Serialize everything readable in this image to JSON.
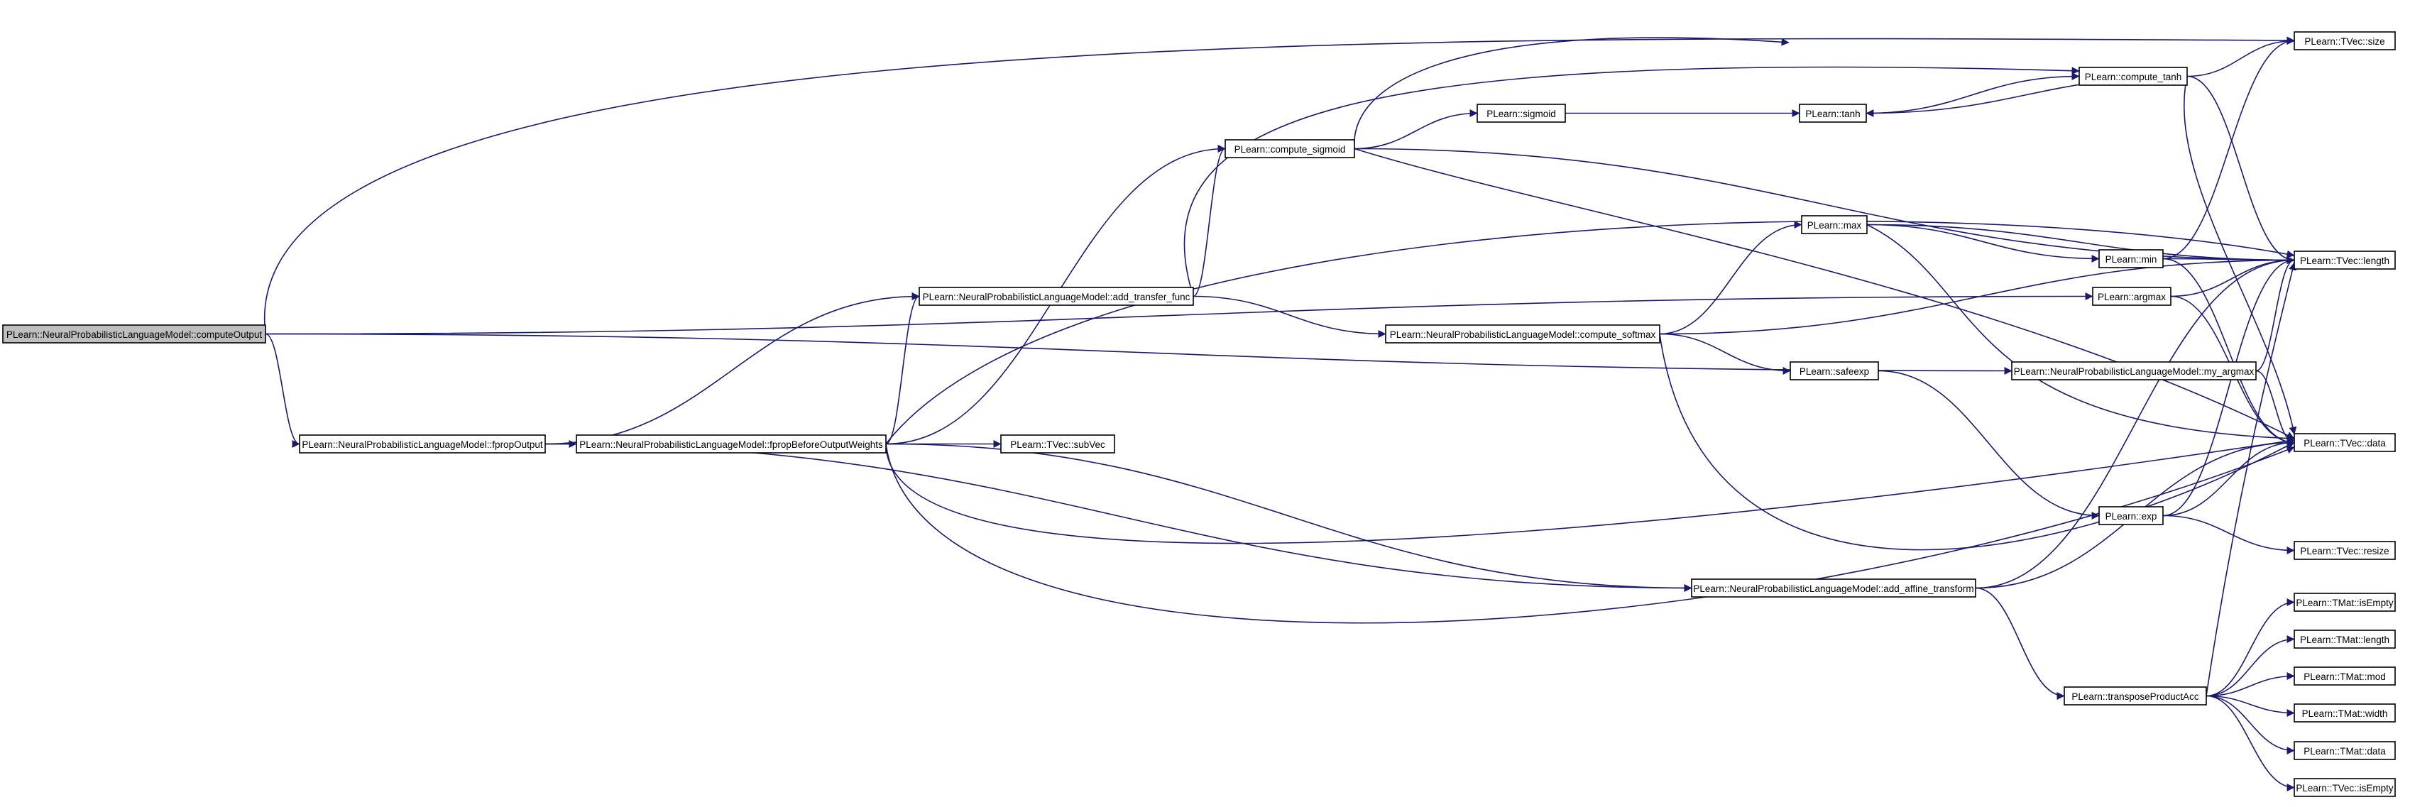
{
  "colors": {
    "edge": "#191970",
    "root_fill": "#bfbfbf",
    "node_fill": "#ffffff",
    "node_border": "#000000"
  },
  "nodes": [
    {
      "id": "computeOutput",
      "label": "PLearn::NeuralProbabilisticLanguageModel::computeOutput",
      "root": true
    },
    {
      "id": "fpropOutput",
      "label": "PLearn::NeuralProbabilisticLanguageModel::fpropOutput"
    },
    {
      "id": "fpropBefore",
      "label": "PLearn::NeuralProbabilisticLanguageModel::fpropBeforeOutputWeights"
    },
    {
      "id": "subVec",
      "label": "PLearn::TVec::subVec"
    },
    {
      "id": "addTransfer",
      "label": "PLearn::NeuralProbabilisticLanguageModel::add_transfer_func"
    },
    {
      "id": "computeSigmoid",
      "label": "PLearn::compute_sigmoid"
    },
    {
      "id": "sigmoid",
      "label": "PLearn::sigmoid"
    },
    {
      "id": "tanh",
      "label": "PLearn::tanh"
    },
    {
      "id": "computeTanh",
      "label": "PLearn::compute_tanh"
    },
    {
      "id": "computeSoftmax",
      "label": "PLearn::NeuralProbabilisticLanguageModel::compute_softmax"
    },
    {
      "id": "max",
      "label": "PLearn::max"
    },
    {
      "id": "min",
      "label": "PLearn::min"
    },
    {
      "id": "argmax",
      "label": "PLearn::argmax"
    },
    {
      "id": "myArgmax",
      "label": "PLearn::NeuralProbabilisticLanguageModel::my_argmax"
    },
    {
      "id": "safeexp",
      "label": "PLearn::safeexp"
    },
    {
      "id": "exp",
      "label": "PLearn::exp"
    },
    {
      "id": "addAffine",
      "label": "PLearn::NeuralProbabilisticLanguageModel::add_affine_transform"
    },
    {
      "id": "transposeProductAcc",
      "label": "PLearn::transposeProductAcc"
    },
    {
      "id": "tvecSize",
      "label": "PLearn::TVec::size"
    },
    {
      "id": "tvecLength",
      "label": "PLearn::TVec::length"
    },
    {
      "id": "tvecData",
      "label": "PLearn::TVec::data"
    },
    {
      "id": "tvecResize",
      "label": "PLearn::TVec::resize"
    },
    {
      "id": "tmatIsEmpty",
      "label": "PLearn::TMat::isEmpty"
    },
    {
      "id": "tmatLength",
      "label": "PLearn::TMat::length"
    },
    {
      "id": "tmatMod",
      "label": "PLearn::TMat::mod"
    },
    {
      "id": "tmatWidth",
      "label": "PLearn::TMat::width"
    },
    {
      "id": "tmatData",
      "label": "PLearn::TMat::data"
    },
    {
      "id": "tvecIsEmpty",
      "label": "PLearn::TVec::isEmpty"
    }
  ],
  "edges": [
    [
      "computeOutput",
      "tvecSize"
    ],
    [
      "computeOutput",
      "argmax"
    ],
    [
      "computeOutput",
      "myArgmax"
    ],
    [
      "computeOutput",
      "fpropOutput"
    ],
    [
      "fpropOutput",
      "addTransfer"
    ],
    [
      "fpropOutput",
      "fpropBefore"
    ],
    [
      "fpropOutput",
      "addAffine"
    ],
    [
      "fpropBefore",
      "tvecLength"
    ],
    [
      "fpropBefore",
      "addTransfer"
    ],
    [
      "fpropBefore",
      "computeSigmoid"
    ],
    [
      "fpropBefore",
      "subVec"
    ],
    [
      "fpropBefore",
      "addAffine"
    ],
    [
      "fpropBefore",
      "tvecData"
    ],
    [
      "fpropBefore",
      "transposeProductAcc"
    ],
    [
      "addTransfer",
      "computeTanh"
    ],
    [
      "addTransfer",
      "computeSigmoid"
    ],
    [
      "addTransfer",
      "computeSoftmax"
    ],
    [
      "computeSigmoid",
      "tvecSize"
    ],
    [
      "computeSigmoid",
      "sigmoid"
    ],
    [
      "computeSigmoid",
      "tvecLength"
    ],
    [
      "computeSigmoid",
      "tvecData"
    ],
    [
      "sigmoid",
      "tanh"
    ],
    [
      "tanh",
      "computeTanh"
    ],
    [
      "computeTanh",
      "tvecSize"
    ],
    [
      "computeTanh",
      "tanh"
    ],
    [
      "computeTanh",
      "tvecLength"
    ],
    [
      "computeTanh",
      "tvecData"
    ],
    [
      "computeSoftmax",
      "max"
    ],
    [
      "computeSoftmax",
      "tvecLength"
    ],
    [
      "computeSoftmax",
      "safeexp"
    ],
    [
      "computeSoftmax",
      "tvecData"
    ],
    [
      "max",
      "min"
    ],
    [
      "max",
      "tvecLength"
    ],
    [
      "max",
      "tvecData"
    ],
    [
      "min",
      "tvecSize"
    ],
    [
      "min",
      "tvecLength"
    ],
    [
      "min",
      "tvecData"
    ],
    [
      "argmax",
      "tvecLength"
    ],
    [
      "argmax",
      "tvecData"
    ],
    [
      "myArgmax",
      "tvecLength"
    ],
    [
      "myArgmax",
      "tvecData"
    ],
    [
      "safeexp",
      "exp"
    ],
    [
      "exp",
      "tvecLength"
    ],
    [
      "exp",
      "tvecData"
    ],
    [
      "exp",
      "tvecResize"
    ],
    [
      "addAffine",
      "tvecLength"
    ],
    [
      "addAffine",
      "tvecData"
    ],
    [
      "addAffine",
      "transposeProductAcc"
    ],
    [
      "transposeProductAcc",
      "tvecLength"
    ],
    [
      "transposeProductAcc",
      "tmatIsEmpty"
    ],
    [
      "transposeProductAcc",
      "tmatLength"
    ],
    [
      "transposeProductAcc",
      "tmatMod"
    ],
    [
      "transposeProductAcc",
      "tmatWidth"
    ],
    [
      "transposeProductAcc",
      "tmatData"
    ],
    [
      "transposeProductAcc",
      "tvecIsEmpty"
    ]
  ]
}
